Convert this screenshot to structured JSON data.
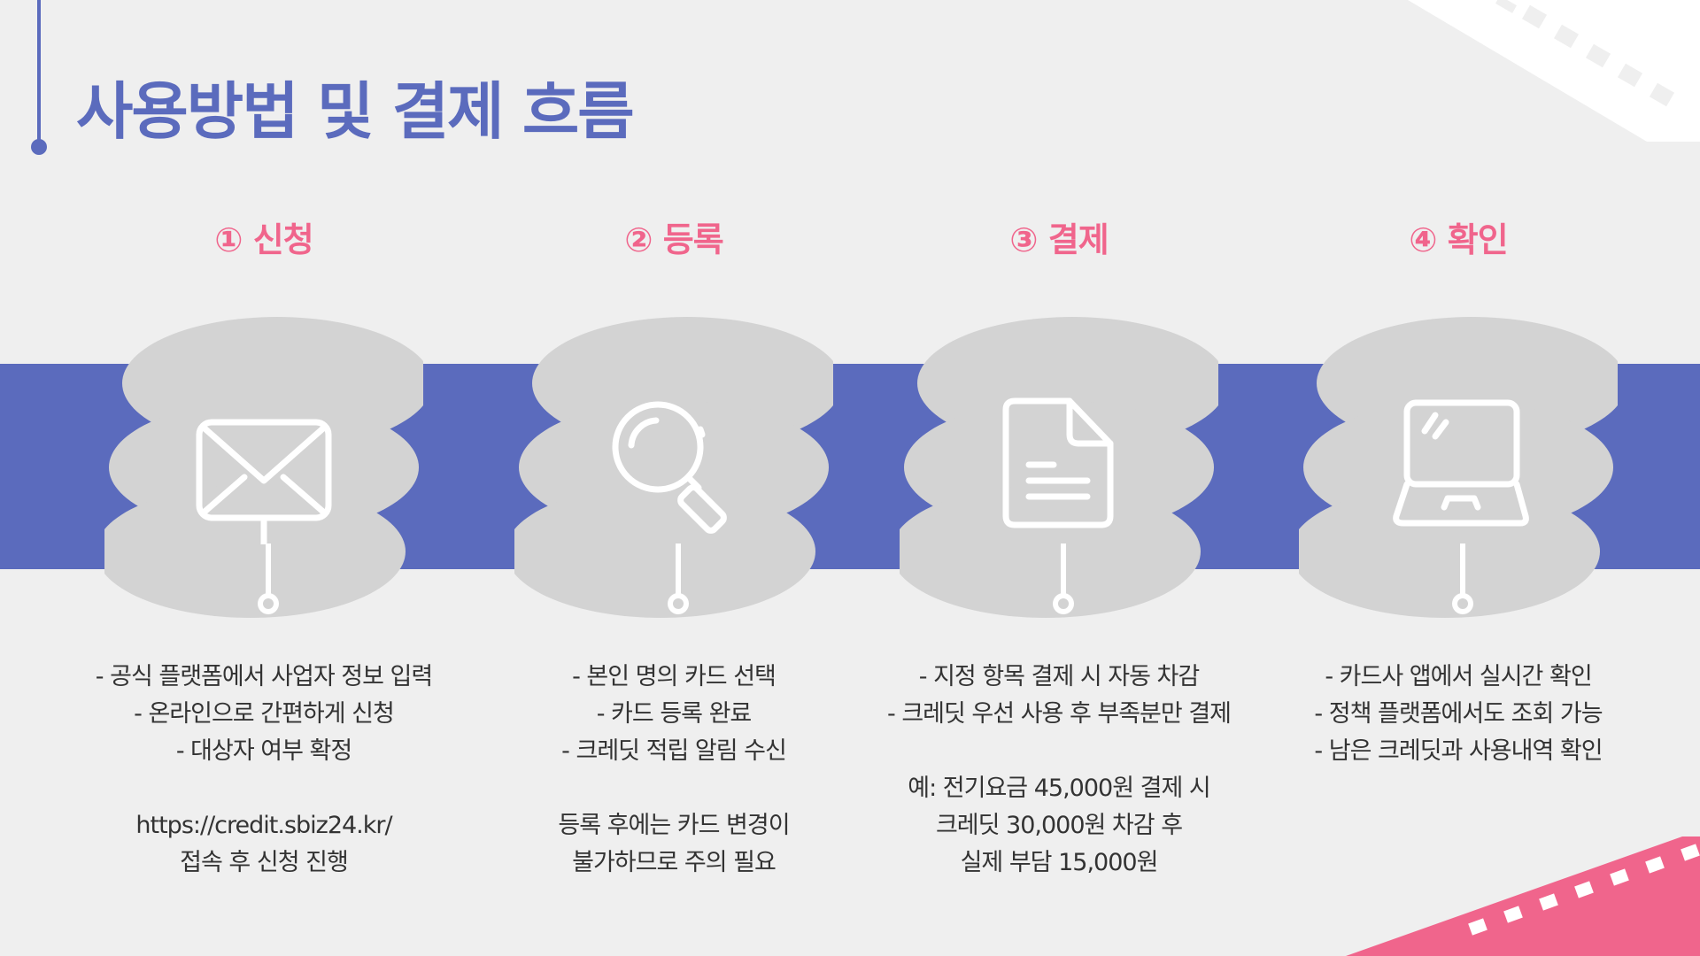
{
  "header": {
    "title": "사용방법 및 결제 흐름"
  },
  "colors": {
    "accent_blue": "#5b6bbd",
    "accent_pink": "#f0658c",
    "bubble_gray": "#d3d3d3",
    "background": "#efefef"
  },
  "steps": [
    {
      "title": "① 신청",
      "icon": "mail-icon",
      "lines": [
        "- 공식 플랫폼에서 사업자 정보 입력",
        "- 온라인으로 간편하게 신청",
        "- 대상자 여부 확정"
      ],
      "note": [
        "https://credit.sbiz24.kr/",
        "접속 후 신청 진행"
      ]
    },
    {
      "title": "② 등록",
      "icon": "search-icon",
      "lines": [
        "- 본인 명의 카드 선택",
        "- 카드 등록 완료",
        "- 크레딧 적립 알림 수신"
      ],
      "note": [
        "등록 후에는 카드 변경이",
        "불가하므로 주의 필요"
      ]
    },
    {
      "title": "③ 결제",
      "icon": "document-icon",
      "lines": [
        "- 지정 항목 결제 시 자동 차감",
        "- 크레딧 우선 사용 후 부족분만 결제"
      ],
      "note": [
        "예: 전기요금 45,000원 결제 시",
        "크레딧 30,000원 차감 후",
        "실제 부담 15,000원"
      ]
    },
    {
      "title": "④ 확인",
      "icon": "laptop-icon",
      "lines": [
        "- 카드사 앱에서 실시간 확인",
        "- 정책 플랫폼에서도 조회 가능",
        "- 남은 크레딧과 사용내역 확인"
      ],
      "note": []
    }
  ]
}
